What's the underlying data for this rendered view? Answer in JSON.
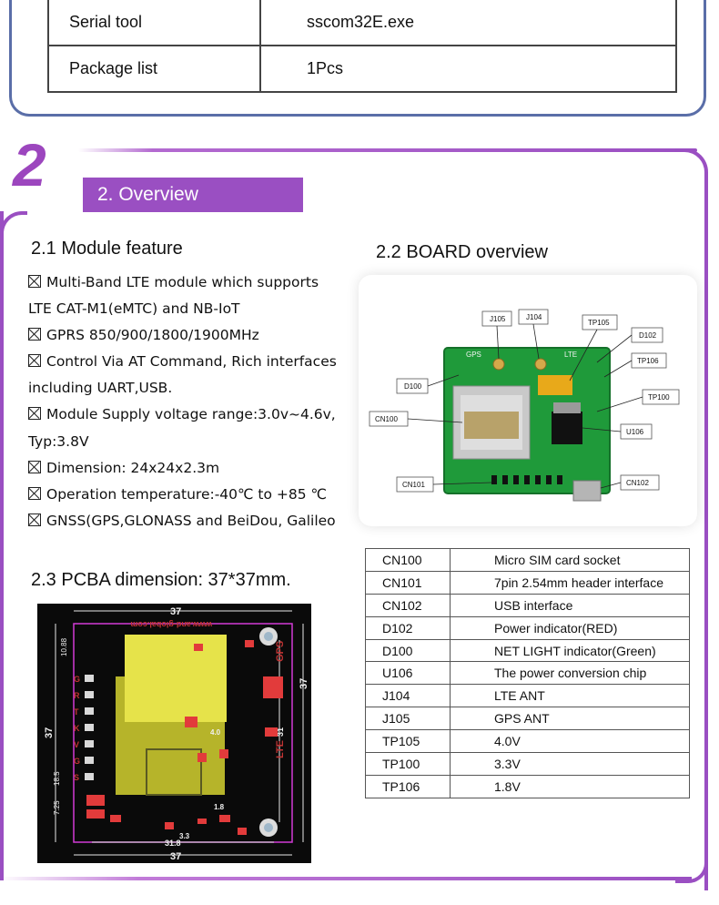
{
  "spec_table": [
    {
      "key": "Serial tool",
      "value": "sscom32E.exe"
    },
    {
      "key": "Package list",
      "value": "1Pcs"
    }
  ],
  "section": {
    "number": "2",
    "banner": "2. Overview"
  },
  "module_feature": {
    "heading": "2.1 Module feature",
    "lines": [
      {
        "box": true,
        "text": "Multi-Band LTE module which supports"
      },
      {
        "box": false,
        "text": "LTE CAT-M1(eMTC) and NB-IoT"
      },
      {
        "box": true,
        "text": "GPRS 850/900/1800/1900MHz"
      },
      {
        "box": true,
        "text": "Control Via AT Command, Rich interfaces"
      },
      {
        "box": false,
        "text": "including UART,USB."
      },
      {
        "box": true,
        "text": "Module Supply voltage range:3.0v~4.6v,"
      },
      {
        "box": false,
        "text": "Typ:3.8V"
      },
      {
        "box": true,
        "text": "Dimension: 24x24x2.3m"
      },
      {
        "box": true,
        "text": "Operation temperature:-40℃  to +85  ℃"
      },
      {
        "box": true,
        "text": "GNSS(GPS,GLONASS and BeiDou, Galileo"
      }
    ]
  },
  "board_overview": {
    "heading": "2.2 BOARD overview",
    "callouts": [
      "J105",
      "J104",
      "TP105",
      "D102",
      "TP106",
      "D100",
      "TP100",
      "CN100",
      "U106",
      "CN101",
      "CN102"
    ],
    "silk": {
      "gps": "GPS",
      "lte": "LTE"
    }
  },
  "components": [
    {
      "ref": "CN100",
      "desc": "Micro SIM card socket"
    },
    {
      "ref": "CN101",
      "desc": "7pin 2.54mm header interface"
    },
    {
      "ref": "CN102",
      "desc": "USB interface"
    },
    {
      "ref": "D102",
      "desc": "Power indicator(RED)"
    },
    {
      "ref": "D100",
      "desc": "NET LIGHT indicator(Green)"
    },
    {
      "ref": "U106",
      "desc": "The power conversion chip"
    },
    {
      "ref": "J104",
      "desc": "LTE ANT"
    },
    {
      "ref": "J105",
      "desc": "GPS ANT"
    },
    {
      "ref": "TP105",
      "desc": "4.0V"
    },
    {
      "ref": "TP100",
      "desc": "3.3V"
    },
    {
      "ref": "TP106",
      "desc": "1.8V"
    }
  ],
  "pcba": {
    "heading": "2.3 PCBA dimension: 37*37mm.",
    "dims": {
      "top": "37",
      "bottom": "37",
      "left": "37",
      "right": "37",
      "inner_right": "31",
      "inner_bottom": "31.8",
      "top_left_v": "10.88",
      "left_mid": "18.5",
      "left_low": "7.25",
      "small_a": "3.3",
      "small_b": "1.8",
      "small_c": "4.0"
    },
    "silk_url": "www.and-global.com",
    "pins": [
      "G",
      "R",
      "T",
      "K",
      "V",
      "G",
      "S"
    ],
    "labels": {
      "gps": "GPS",
      "lte": "LTE"
    }
  },
  "colors": {
    "accent_purple": "#9a4fc2",
    "top_frame_blue": "#5a6ea8",
    "pcb_green": "#1f9a3a",
    "pcb_black": "#0a0a0a",
    "pcba_yellow": "#e6e34a",
    "pcba_red": "#e23b3b"
  }
}
